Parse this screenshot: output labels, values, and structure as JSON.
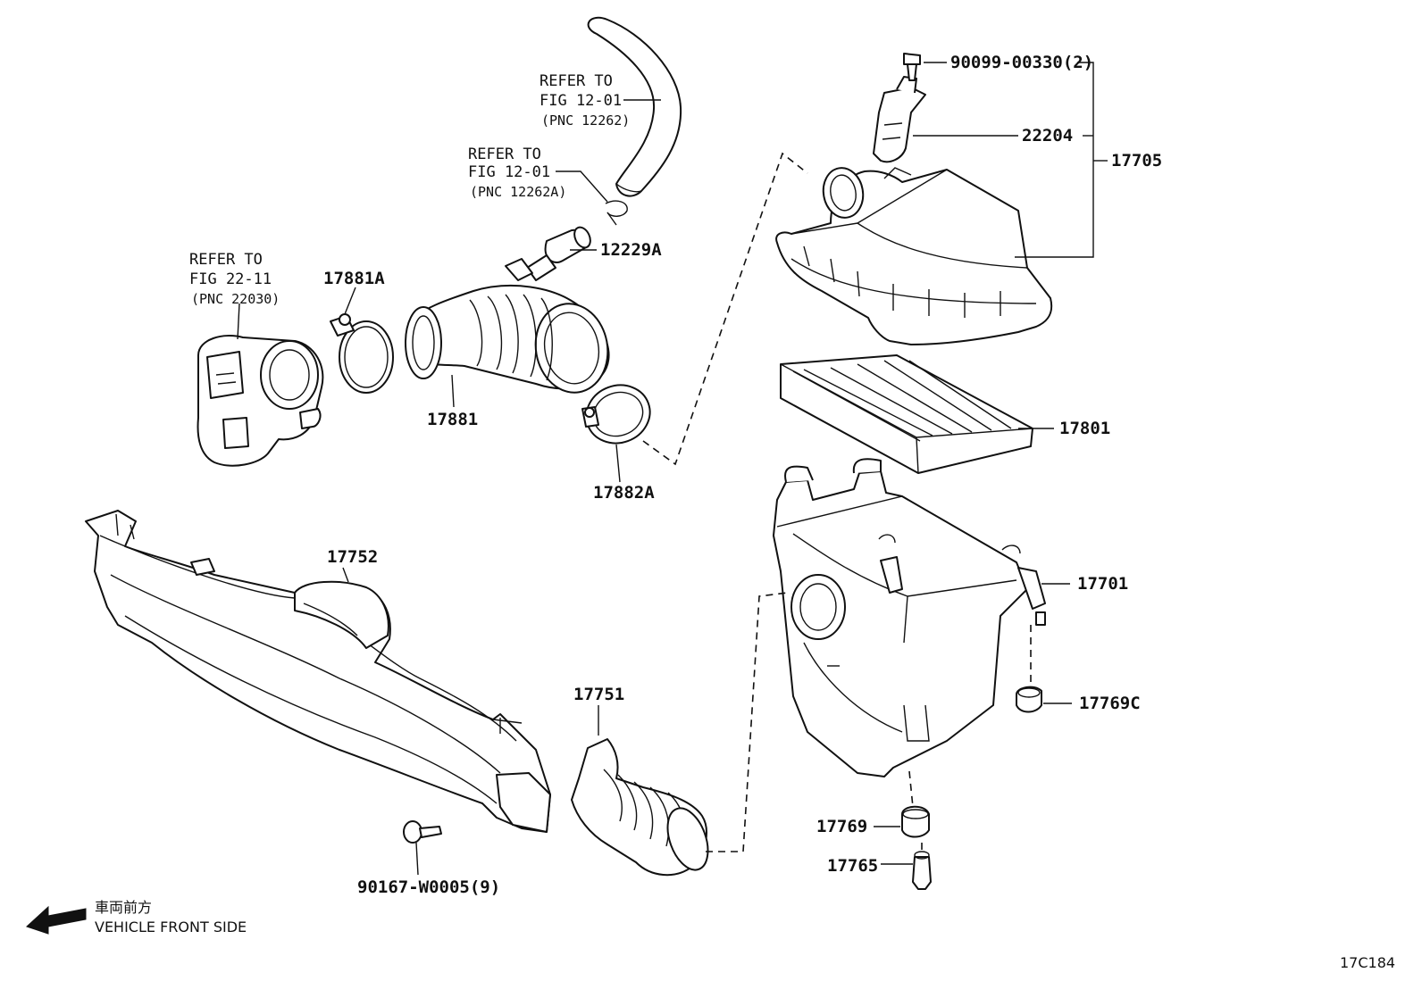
{
  "refs": [
    {
      "line1": "REFER TO",
      "line2": "FIG 12-01",
      "line3": "(PNC 12262)"
    },
    {
      "line1": "REFER TO",
      "line2": "FIG 12-01",
      "line3": "(PNC 12262A)"
    },
    {
      "line1": "REFER TO",
      "line2": "FIG 22-11",
      "line3": "(PNC 22030)"
    }
  ],
  "parts": {
    "p90099": "90099-00330(2)",
    "p22204": "22204",
    "p17705": "17705",
    "p12229a": "12229A",
    "p17881a": "17881A",
    "p17881": "17881",
    "p17882a": "17882A",
    "p17801": "17801",
    "p17752": "17752",
    "p17701": "17701",
    "p17751": "17751",
    "p17769c": "17769C",
    "p17769": "17769",
    "p17765": "17765",
    "p90167": "90167-W0005(9)"
  },
  "direction": {
    "jp": "車両前方",
    "en": "VEHICLE FRONT SIDE"
  },
  "figure_code": "17C184"
}
